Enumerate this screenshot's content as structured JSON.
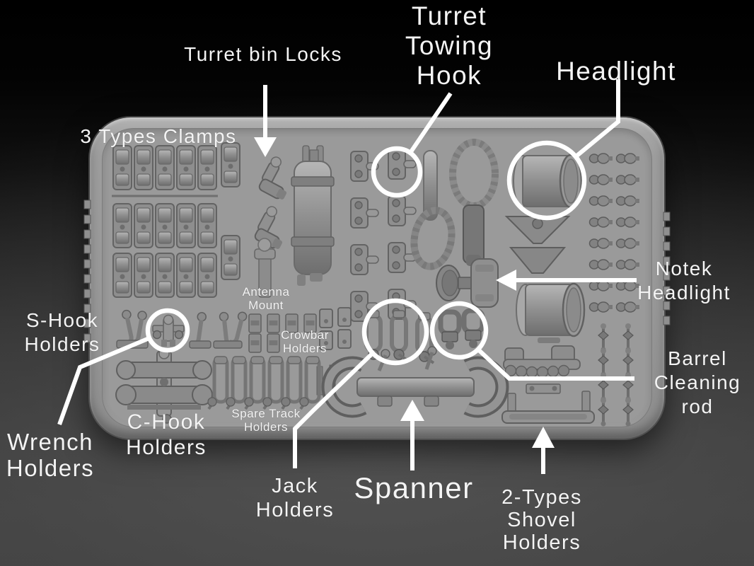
{
  "colors": {
    "background_top": "#000000",
    "background_bottom": "#474747",
    "tray": "#9a9a9a",
    "annotation": "#ffffff"
  },
  "labels": {
    "three_types_clamps": {
      "text": "3 Types Clamps"
    },
    "turret_bin_locks": {
      "text": "Turret bin Locks"
    },
    "turret_towing_hook": {
      "lines": [
        "Turret",
        "Towing",
        "Hook"
      ]
    },
    "headlight": {
      "text": "Headlight"
    },
    "antenna_mount": {
      "lines": [
        "Antenna",
        "Mount"
      ]
    },
    "crowbar_holders": {
      "lines": [
        "Crowbar",
        "Holders"
      ]
    },
    "s_hook_holders": {
      "lines": [
        "S-Hook",
        "Holders"
      ]
    },
    "notek_headlight": {
      "lines": [
        "Notek",
        "Headlight"
      ]
    },
    "barrel_cleaning_rod": {
      "lines": [
        "Barrel",
        "Cleaning",
        "rod"
      ]
    },
    "wrench_holders": {
      "lines": [
        "Wrench",
        "Holders"
      ]
    },
    "c_hook_holders": {
      "lines": [
        "C-Hook",
        "Holders"
      ]
    },
    "spare_track_holders": {
      "lines": [
        "Spare Track",
        "Holders"
      ]
    },
    "jack_holders": {
      "lines": [
        "Jack",
        "Holders"
      ]
    },
    "spanner": {
      "text": "Spanner"
    },
    "shovel_holders": {
      "lines": [
        "2-Types",
        "Shovel",
        "Holders"
      ]
    }
  },
  "parts": [
    "clamps-grid",
    "turret-bin-locks",
    "antenna-mount",
    "cylinder-part",
    "towing-hook-brackets",
    "tow-cable-ends",
    "notek-headlight-part",
    "headlight-drums",
    "mount-brackets",
    "bolt-pairs",
    "t-pins",
    "s-hooks",
    "wrench-holder-part",
    "crowbar-holder-clamps",
    "jack-holder-straps",
    "barrel-rod-clamps",
    "c-hook-assembly",
    "spare-track-holders",
    "spanner-tool",
    "shovel-holder-brackets"
  ]
}
